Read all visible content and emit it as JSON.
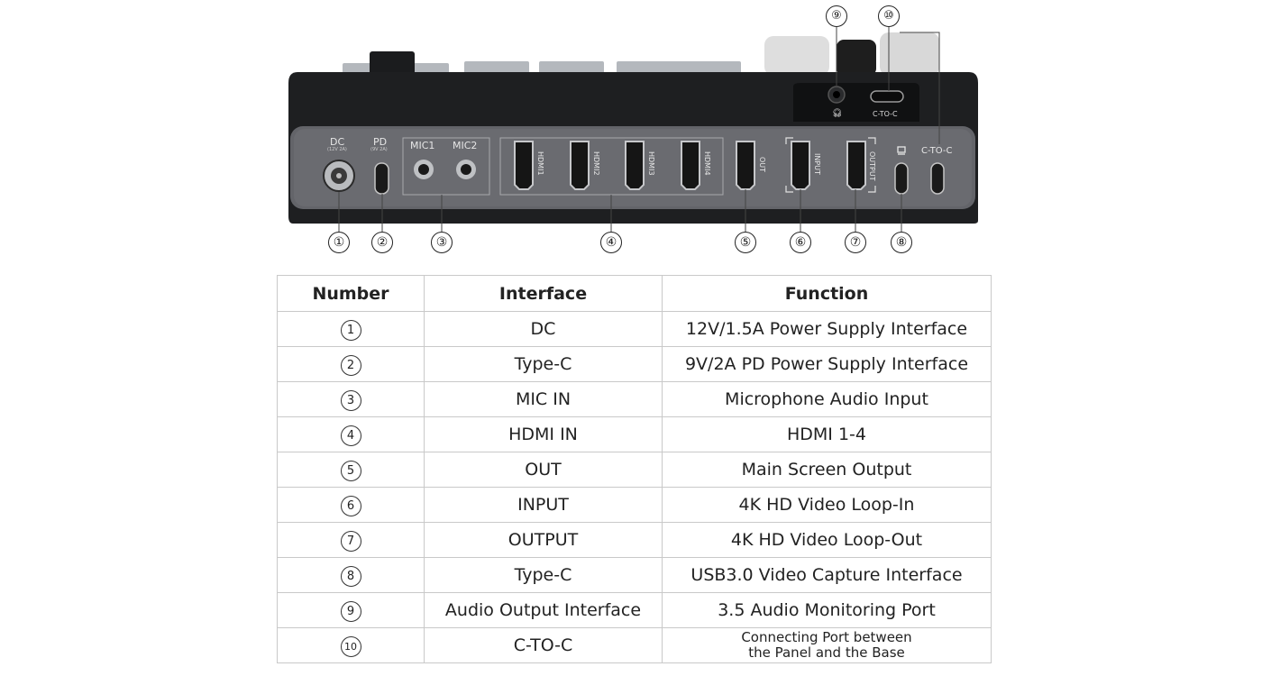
{
  "device": {
    "port_labels": {
      "dc": "DC",
      "dc_sub": "(12V 2A)",
      "pd": "PD",
      "pd_sub": "(9V 2A)",
      "mic1": "MIC1",
      "mic2": "MIC2",
      "hdmi1": "HDMI1",
      "hdmi2": "HDMI2",
      "hdmi3": "HDMI3",
      "hdmi4": "HDMI4",
      "out": "OUT",
      "input": "INPUT",
      "output": "OUTPUT",
      "ctoc_side": "C-TO-C",
      "ctoc_top": "C-TO-C",
      "headphone_icon": "headphone-icon",
      "monitor_icon": "monitor-icon"
    },
    "callouts_bottom": [
      "①",
      "②",
      "③",
      "④",
      "⑤",
      "⑥",
      "⑦",
      "⑧"
    ],
    "callouts_top": [
      "⑨",
      "⑩"
    ]
  },
  "table": {
    "headers": [
      "Number",
      "Interface",
      "Function"
    ],
    "rows": [
      {
        "number": "1",
        "interface": "DC",
        "function": "12V/1.5A Power Supply Interface"
      },
      {
        "number": "2",
        "interface": "Type-C",
        "function": "9V/2A PD Power Supply Interface"
      },
      {
        "number": "3",
        "interface": "MIC IN",
        "function": "Microphone Audio Input"
      },
      {
        "number": "4",
        "interface": "HDMI IN",
        "function": "HDMI 1-4"
      },
      {
        "number": "5",
        "interface": "OUT",
        "function": "Main Screen Output"
      },
      {
        "number": "6",
        "interface": "INPUT",
        "function": "4K HD Video Loop-In"
      },
      {
        "number": "7",
        "interface": "OUTPUT",
        "function": "4K HD Video Loop-Out"
      },
      {
        "number": "8",
        "interface": "Type-C",
        "function": "USB3.0 Video Capture Interface"
      },
      {
        "number": "9",
        "interface": "Audio Output Interface",
        "function": "3.5 Audio Monitoring Port"
      },
      {
        "number": "10",
        "interface": "C-TO-C",
        "function_line1": "Connecting Port between",
        "function_line2": "the Panel and the Base"
      }
    ]
  }
}
